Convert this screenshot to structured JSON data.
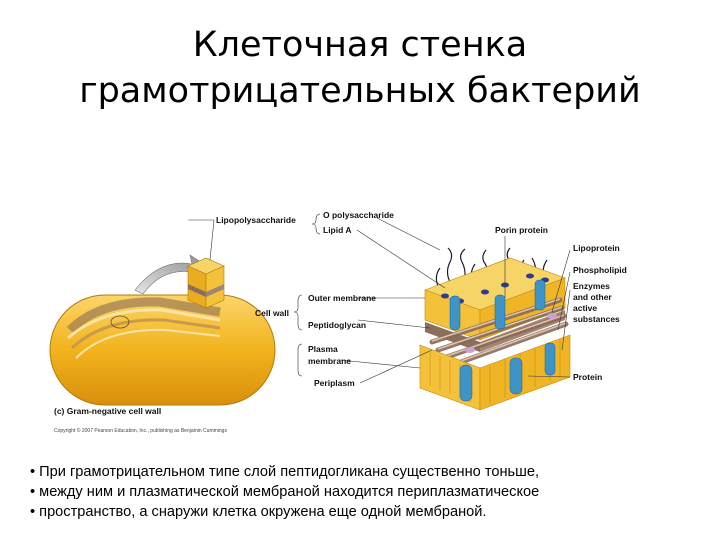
{
  "title": {
    "line1": "Клеточная стенка",
    "line2": "грамотрицательных бактерий"
  },
  "diagram": {
    "labels": {
      "lipopolysaccharide": "Lipopolysaccharide",
      "o_polysaccharide": "O polysaccharide",
      "lipid_a": "Lipid A",
      "porin_protein": "Porin protein",
      "lipoprotein": "Lipoprotein",
      "phospholipid": "Phospholipid",
      "enzymes_1": "Enzymes",
      "enzymes_2": "and other",
      "enzymes_3": "active",
      "enzymes_4": "substances",
      "cell_wall": "Cell wall",
      "outer_membrane": "Outer membrane",
      "peptidoglycan": "Peptidoglycan",
      "plasma_membrane_1": "Plasma",
      "plasma_membrane_2": "membrane",
      "periplasm": "Periplasm",
      "protein": "Protein"
    },
    "caption": "(c) Gram-negative cell wall",
    "copyright": "Copyright © 2007 Pearson Education, Inc., publishing as Benjamin Cummings"
  },
  "bullets": [
    "• При грамотрицательном типе слой пептидогликана существенно тоньше,",
    "• между ним и плазматической мембраной находится периплазматическое",
    "• пространство, а снаружи клетка окружена еще одной мембраной."
  ],
  "colors": {
    "cell_body": "#f2b31c",
    "membrane": "#f4cb58",
    "peptidoglycan": "#8a6f5c",
    "porin": "#3e93c7",
    "lps": "#2b3d8c"
  }
}
